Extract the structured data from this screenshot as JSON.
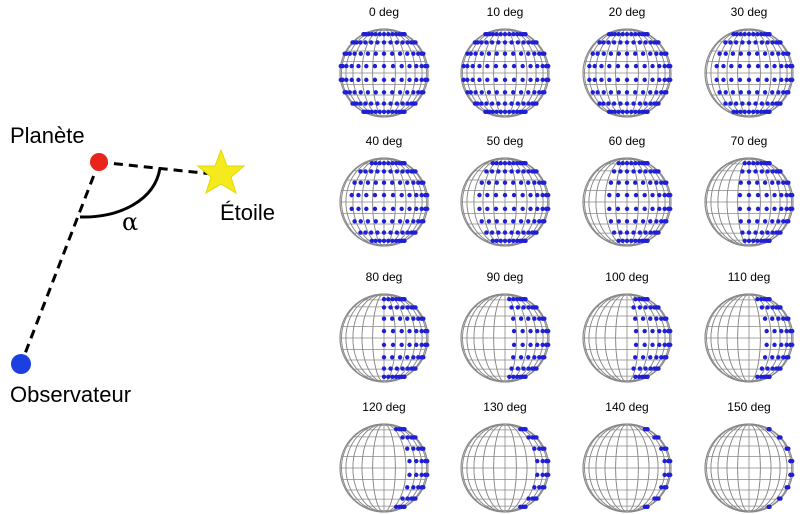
{
  "geometry_diagram": {
    "planet_label": "Planète",
    "star_label": "Étoile",
    "observer_label": "Observateur",
    "angle_label": "α",
    "colors": {
      "planet": "#e8241d",
      "star": "#f5ea1e",
      "observer": "#1c3fe0",
      "line": "#000000"
    }
  },
  "phase_grid": {
    "panels": [
      {
        "label": "0 deg",
        "angle": 0
      },
      {
        "label": "10 deg",
        "angle": 10
      },
      {
        "label": "20 deg",
        "angle": 20
      },
      {
        "label": "30 deg",
        "angle": 30
      },
      {
        "label": "40 deg",
        "angle": 40
      },
      {
        "label": "50 deg",
        "angle": 50
      },
      {
        "label": "60 deg",
        "angle": 60
      },
      {
        "label": "70 deg",
        "angle": 70
      },
      {
        "label": "80 deg",
        "angle": 80
      },
      {
        "label": "90 deg",
        "angle": 90
      },
      {
        "label": "100 deg",
        "angle": 100
      },
      {
        "label": "110 deg",
        "angle": 110
      },
      {
        "label": "120 deg",
        "angle": 120
      },
      {
        "label": "130 deg",
        "angle": 130
      },
      {
        "label": "140 deg",
        "angle": 140
      },
      {
        "label": "150 deg",
        "angle": 150
      }
    ],
    "colors": {
      "grid": "#8a8a8a",
      "dot": "#1f1fd6"
    }
  }
}
